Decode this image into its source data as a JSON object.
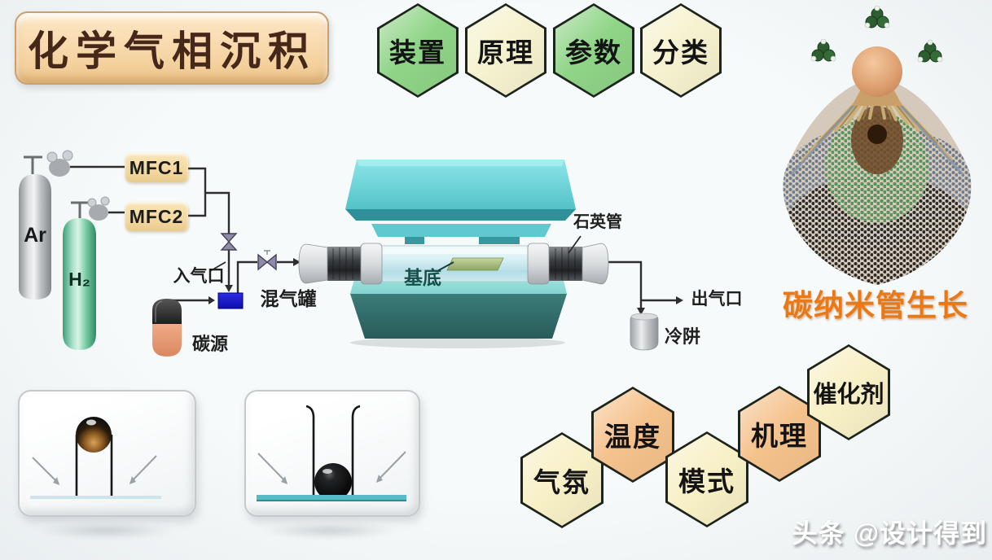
{
  "title": {
    "text": "化学气相沉积"
  },
  "top_hexagons": [
    {
      "label": "装置",
      "fill": "#8fd487"
    },
    {
      "label": "原理",
      "fill": "#f6f2cf"
    },
    {
      "label": "参数",
      "fill": "#8fd487"
    },
    {
      "label": "分类",
      "fill": "#f6f2cf"
    }
  ],
  "cnt": {
    "caption": "碳纳米管生长",
    "caption_color": "#e87916"
  },
  "apparatus": {
    "argon_label": "Ar",
    "hydrogen_label": "H₂",
    "mfc1_label": "MFC1",
    "mfc2_label": "MFC2",
    "inlet_label": "入气口",
    "mixer_label": "混气罐",
    "carbon_source_label": "碳源",
    "quartz_tube_label": "石英管",
    "substrate_label": "基底",
    "outlet_label": "出气口",
    "cold_trap_label": "冷阱"
  },
  "bottom_hexagons": [
    {
      "label": "气氛",
      "fill": "#f8f0c6"
    },
    {
      "label": "温度",
      "fill": "#f5c28c"
    },
    {
      "label": "模式",
      "fill": "#f8f0c6"
    },
    {
      "label": "机理",
      "fill": "#f5c28c"
    },
    {
      "label": "催化剂",
      "fill": "#f8f0c6"
    }
  ],
  "watermark": {
    "text": "头条 @设计得到"
  },
  "colors": {
    "hex_green": "#8fd487",
    "hex_cream": "#f6f2cf",
    "hex_orange": "#f5c28c",
    "hex_cream2": "#f8f0c6",
    "title_bg": "#f7d7a8",
    "title_text": "#46281a",
    "furnace_light": "#7fdce0",
    "furnace_dark": "#2f6f6d",
    "pipe": "#2e2e2e",
    "mixer_blue": "#1a1ad0",
    "mfc_bg": "#f4dca6",
    "cnt_caption": "#e87916"
  }
}
